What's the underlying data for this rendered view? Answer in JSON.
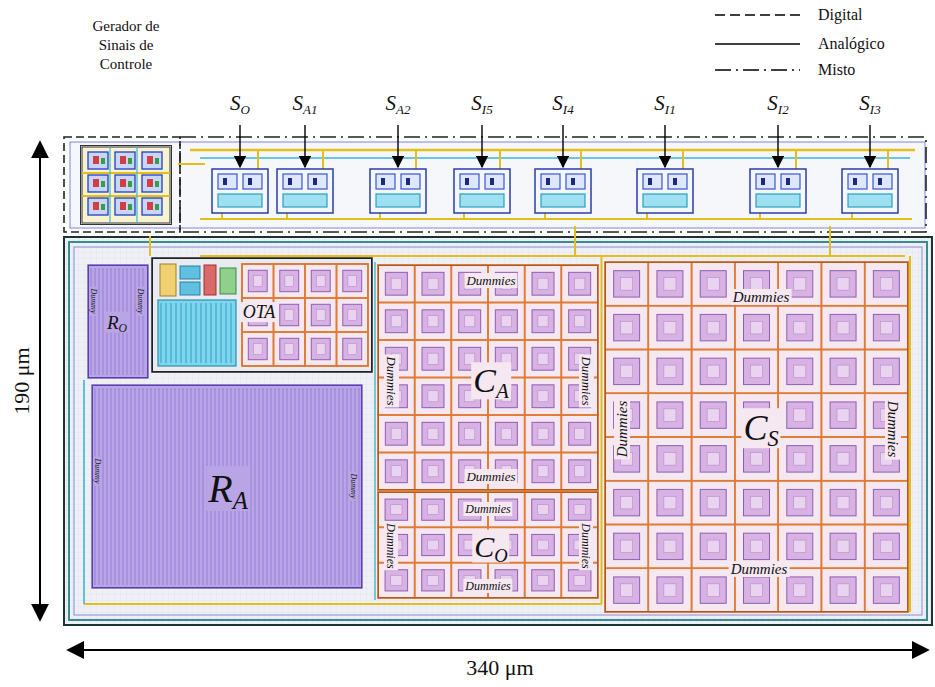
{
  "diagram": {
    "nodes": [
      {
        "text": [
          "Gerador de Sinais de Controle"
        ]
      },
      {
        "text": [
          "RO",
          "Dummy",
          "Dummy"
        ]
      },
      {
        "text": [
          "OTA"
        ]
      },
      {
        "text": [
          "CA",
          "Dummies",
          "Dummies",
          "Dummies",
          "Dummies"
        ]
      },
      {
        "text": [
          "CS",
          "Dummies",
          "Dummies",
          "Dummies",
          "Dummies"
        ]
      },
      {
        "text": [
          "RA",
          "Dummy",
          "Dummy"
        ]
      },
      {
        "text": [
          "CO",
          "Dummies",
          "Dummies",
          "Dummies",
          "Dummies"
        ]
      }
    ],
    "labels": [
      "SO",
      "SA1",
      "SA2",
      "SI5",
      "SI4",
      "SI1",
      "SI2",
      "SI3",
      "190 μm",
      "340 μm"
    ],
    "legend": [
      {
        "text": "Digital"
      },
      {
        "text": "Analógico"
      },
      {
        "text": "Misto"
      }
    ]
  }
}
